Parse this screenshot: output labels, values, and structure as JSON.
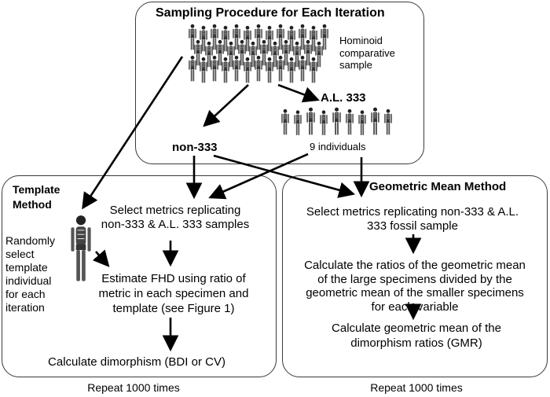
{
  "sampling": {
    "title": "Sampling Procedure for Each Iteration",
    "hominoid_label": "Hominoid\ncomparative\nsample",
    "al333_label": "A.L. 333",
    "individuals_label": "9 individuals",
    "non333_label": "non-333"
  },
  "template": {
    "title": "Template\nMethod",
    "random_label": "Randomly\nselect\ntemplate\nindividual\nfor each\niteration",
    "step1": "Select metrics replicating\nnon-333 & A.L. 333 samples",
    "step2": "Estimate FHD using ratio of\nmetric in each specimen and\ntemplate (see Figure 1)",
    "step3": "Calculate dimorphism (BDI or CV)",
    "repeat": "Repeat 1000 times"
  },
  "gmr": {
    "title": "Geometric Mean Method",
    "step1": "Select metrics replicating non-333 & A.L.\n333 fossil sample",
    "step2": "Calculate the ratios of the geometric mean\nof the large specimens divided by the\ngeometric mean of the smaller specimens\nfor each variable",
    "step3": "Calculate geometric mean of the\ndimorphism ratios (GMR)",
    "repeat": "Repeat 1000 times"
  }
}
